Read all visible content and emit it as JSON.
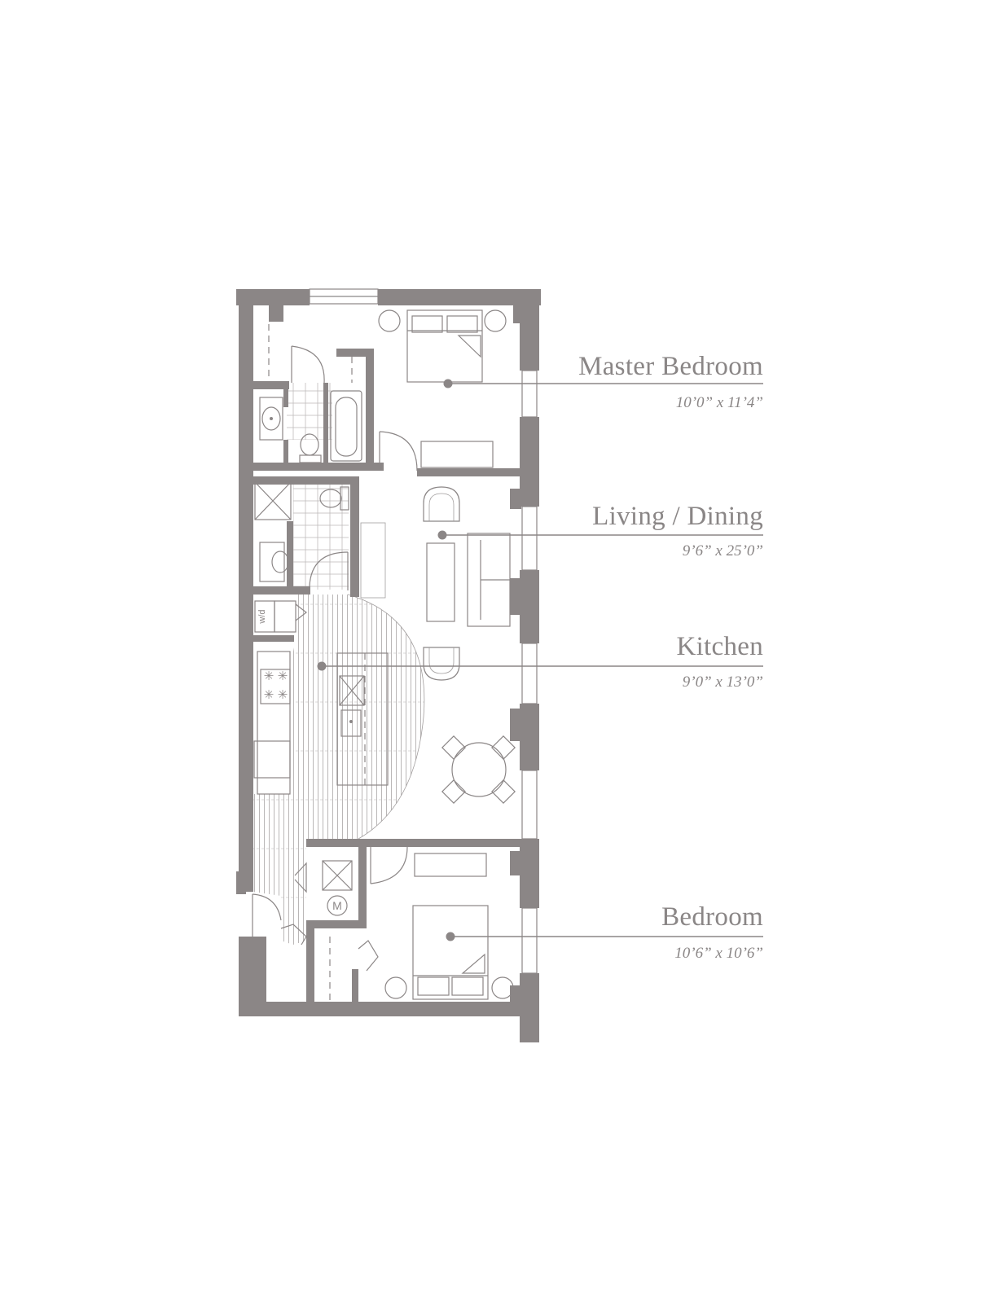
{
  "rooms": [
    {
      "key": "master",
      "name": "Master Bedroom",
      "dimensions": "10’0” x 11’4”"
    },
    {
      "key": "living",
      "name": "Living / Dining",
      "dimensions": "9’6” x 25’0”"
    },
    {
      "key": "kitchen",
      "name": "Kitchen",
      "dimensions": "9’0” x 13’0”"
    },
    {
      "key": "bedroom",
      "name": "Bedroom",
      "dimensions": "10’6” x 10’6”"
    }
  ],
  "fixtures": {
    "washer_dryer": "w/d",
    "mechanical": "M"
  },
  "colors": {
    "wall": "#8b8686",
    "text": "#8a8686",
    "background": "#ffffff"
  }
}
